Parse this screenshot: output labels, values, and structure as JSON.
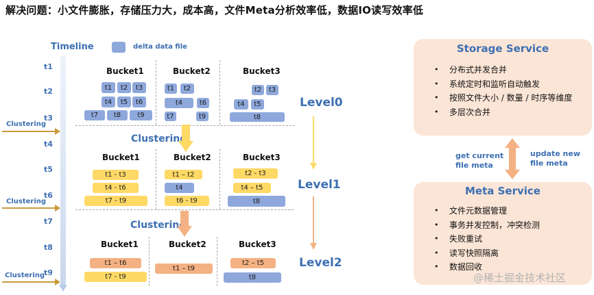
{
  "title": "解决问题：小文件膨胀，存储压力大，成本高，文件Meta分析效率低，数据IO读写效率低",
  "timeline": {
    "label": "Timeline",
    "ticks": [
      "t1",
      "t2",
      "t3",
      "t4",
      "t5",
      "t6",
      "t7",
      "t8",
      "t9"
    ],
    "clustering_label": "Clustering"
  },
  "legend": {
    "label": "delta data file",
    "color": "#8ea8dc"
  },
  "colors": {
    "blue": "#8ea8dc",
    "yellow": "#ffd966",
    "orange": "#f4b183",
    "accent": "#3d6fb2",
    "service_bg": "#fbe5d6"
  },
  "levels": [
    "Level0",
    "Level1",
    "Level2"
  ],
  "clustering_mid": "Clustering",
  "buckets": [
    "Bucket1",
    "Bucket2",
    "Bucket3"
  ],
  "level0": {
    "bucket1": [
      "t1",
      "t2",
      "t3",
      "t4",
      "t5",
      "t6",
      "t7",
      "t8",
      "t9"
    ],
    "bucket2": [
      "t1",
      "t2",
      "t4",
      "t6",
      "t7",
      "t9"
    ],
    "bucket3": [
      "t2",
      "t3",
      "t4",
      "t5",
      "t8"
    ]
  },
  "level1": {
    "bucket1": [
      "t1 - t3",
      "t4 - t6",
      "t7 - t9"
    ],
    "bucket2": [
      "t1 – t2",
      "t4",
      "t6 - t9"
    ],
    "bucket3": [
      "t2 - t3",
      "t4 – t5",
      "t8"
    ]
  },
  "level2": {
    "bucket1": [
      "t1 – t6",
      "t7 - t9"
    ],
    "bucket2": [
      "t1 – t9"
    ],
    "bucket3": [
      "t2 – t5",
      "t8"
    ]
  },
  "storage_service": {
    "title": "Storage Service",
    "items": [
      "分布式并发合并",
      "系统定时和监听自动触发",
      "按照文件大小 / 数量 / 时序等维度",
      "多层次合并"
    ]
  },
  "meta_service": {
    "title": "Meta Service",
    "items": [
      "文件元数据管理",
      "事务并发控制，冲突检测",
      "失败重试",
      "读写快照隔离",
      "数据回收"
    ]
  },
  "arrows": {
    "get": [
      "get current",
      "file meta"
    ],
    "update": [
      "update new",
      "file meta"
    ]
  },
  "watermark": "@稀土掘金技术社区"
}
